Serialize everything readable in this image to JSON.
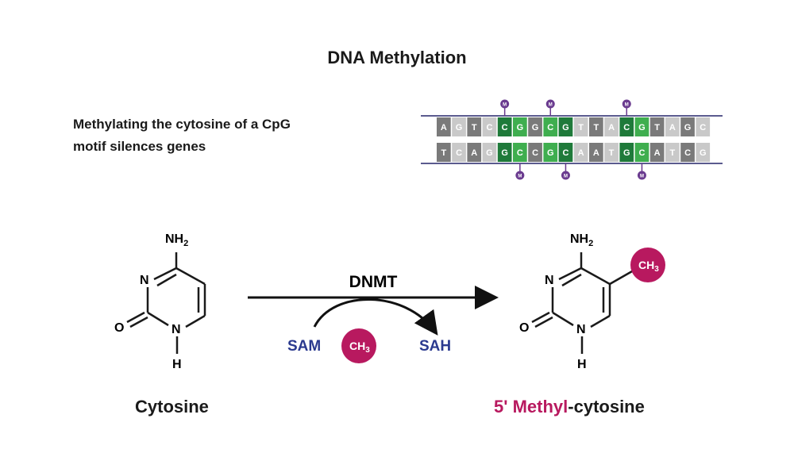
{
  "title": "DNA Methylation",
  "subtitle_lines": [
    "Methylating the cytosine of a CpG",
    "motif silences genes"
  ],
  "dna": {
    "top_strand": [
      "A",
      "G",
      "T",
      "C",
      "C",
      "G",
      "G",
      "C",
      "G",
      "T",
      "T",
      "A",
      "C",
      "G",
      "T",
      "A",
      "G",
      "C"
    ],
    "bottom_strand": [
      "T",
      "C",
      "A",
      "G",
      "G",
      "C",
      "C",
      "G",
      "C",
      "A",
      "A",
      "T",
      "G",
      "C",
      "A",
      "T",
      "C",
      "G"
    ],
    "methyl_marker": "M",
    "colors": {
      "gray_dark": "#7a7a7a",
      "gray_light": "#c9c9c9",
      "green_dark": "#1f7a3a",
      "green_light": "#3fae4f",
      "methyl": "#6a3b8f",
      "backbone": "#5b5b8f"
    }
  },
  "cytosine": {
    "nh2": "NH",
    "nh2_sub": "2",
    "n_label": "N",
    "o_label": "O",
    "nh_label": "N",
    "h_label": "H",
    "name": "Cytosine"
  },
  "reaction": {
    "enzyme": "DNMT",
    "donor": "SAM",
    "donor_group": "CH",
    "donor_group_sub": "3",
    "product_byproduct": "SAH",
    "colors": {
      "donor_text": "#2b3a8f",
      "methyl_ball": "#b8195f"
    }
  },
  "methylcytosine": {
    "nh2": "NH",
    "nh2_sub": "2",
    "n_label": "N",
    "o_label": "O",
    "nh_label": "N",
    "h_label": "H",
    "methyl": "CH",
    "methyl_sub": "3",
    "name_prefix": "5' Methyl",
    "name_dash": "-",
    "name_suffix": "cytosine"
  }
}
